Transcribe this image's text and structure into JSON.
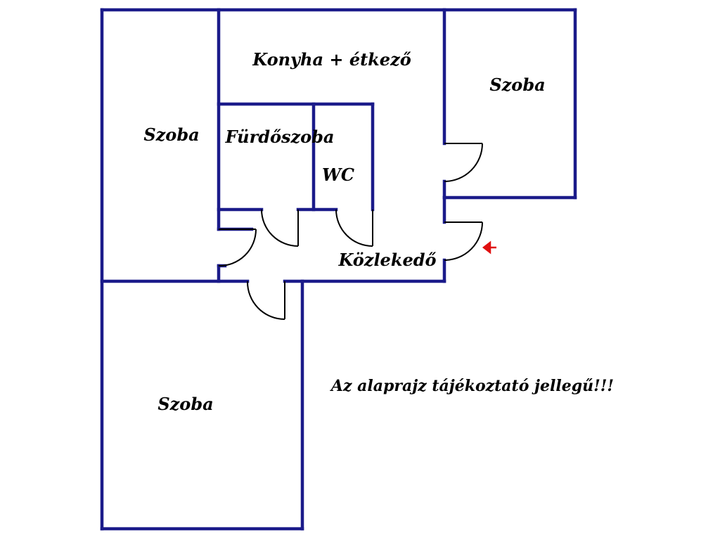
{
  "rooms": {
    "living_top_left": "Szoba",
    "kitchen": "Konyha + étkező",
    "room_top_right": "Szoba",
    "bathroom": "Fürdőszoba",
    "wc": "WC",
    "hallway": "Közlekedő",
    "room_bottom": "Szoba"
  },
  "note": "Az alaprajz tájékoztató jellegű!!!",
  "colors": {
    "walls": "#1b1b8a",
    "entrance_arrow": "#e01010"
  },
  "icons": {
    "entrance": "entrance-arrow-icon"
  }
}
